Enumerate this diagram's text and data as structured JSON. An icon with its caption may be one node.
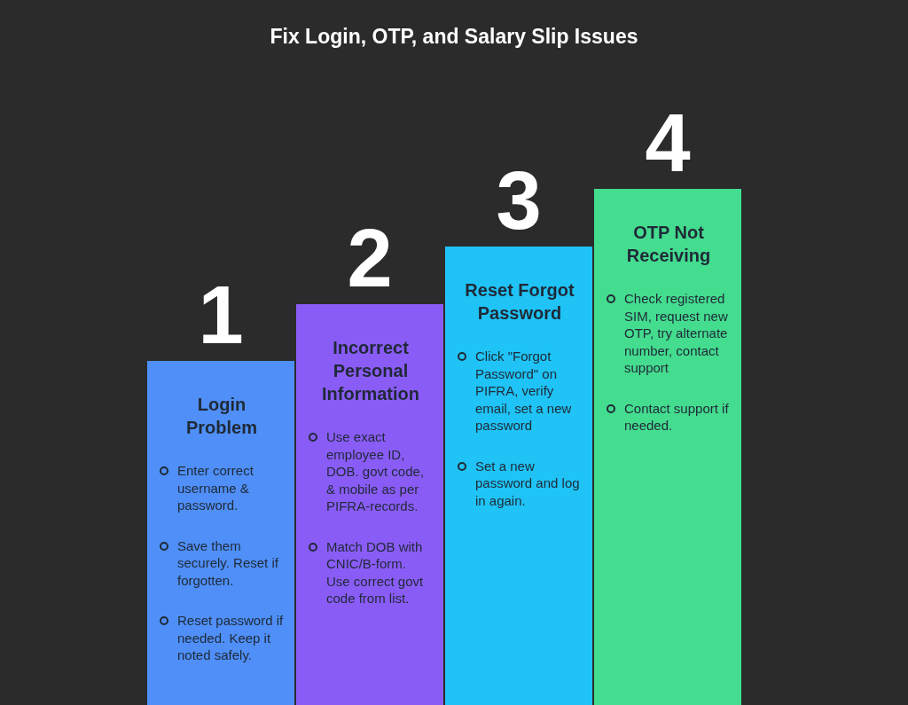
{
  "diagram": {
    "title": "Fix Login, OTP, and Salary Slip Issues",
    "nodes": [
      {
        "text": [
          "Login Problem",
          "Enter correct username & password.",
          "Save them securely. Reset if forgotten.",
          "Reset password if needed. Keep it noted safely."
        ],
        "beside": [
          "1"
        ]
      },
      {
        "text": [
          "Incorrect Personal Information",
          "Use exact employee ID, DOB. govt code, & mobile as per PIFRA-records.",
          "Match DOB with CNIC/B-form. Use correct govt code from list."
        ],
        "beside": [
          "2"
        ]
      },
      {
        "text": [
          "Reset Forgot Password",
          "Click \"Forgot Password\" on PIFRA, verify email, set a new password",
          "Set a new password and log in again."
        ],
        "beside": [
          "3"
        ]
      },
      {
        "text": [
          "OTP Not Receiving",
          "Check registered SIM, request new OTP, try alternate number, contact support",
          "Contact support if needed."
        ],
        "beside": [
          "4"
        ]
      }
    ]
  }
}
